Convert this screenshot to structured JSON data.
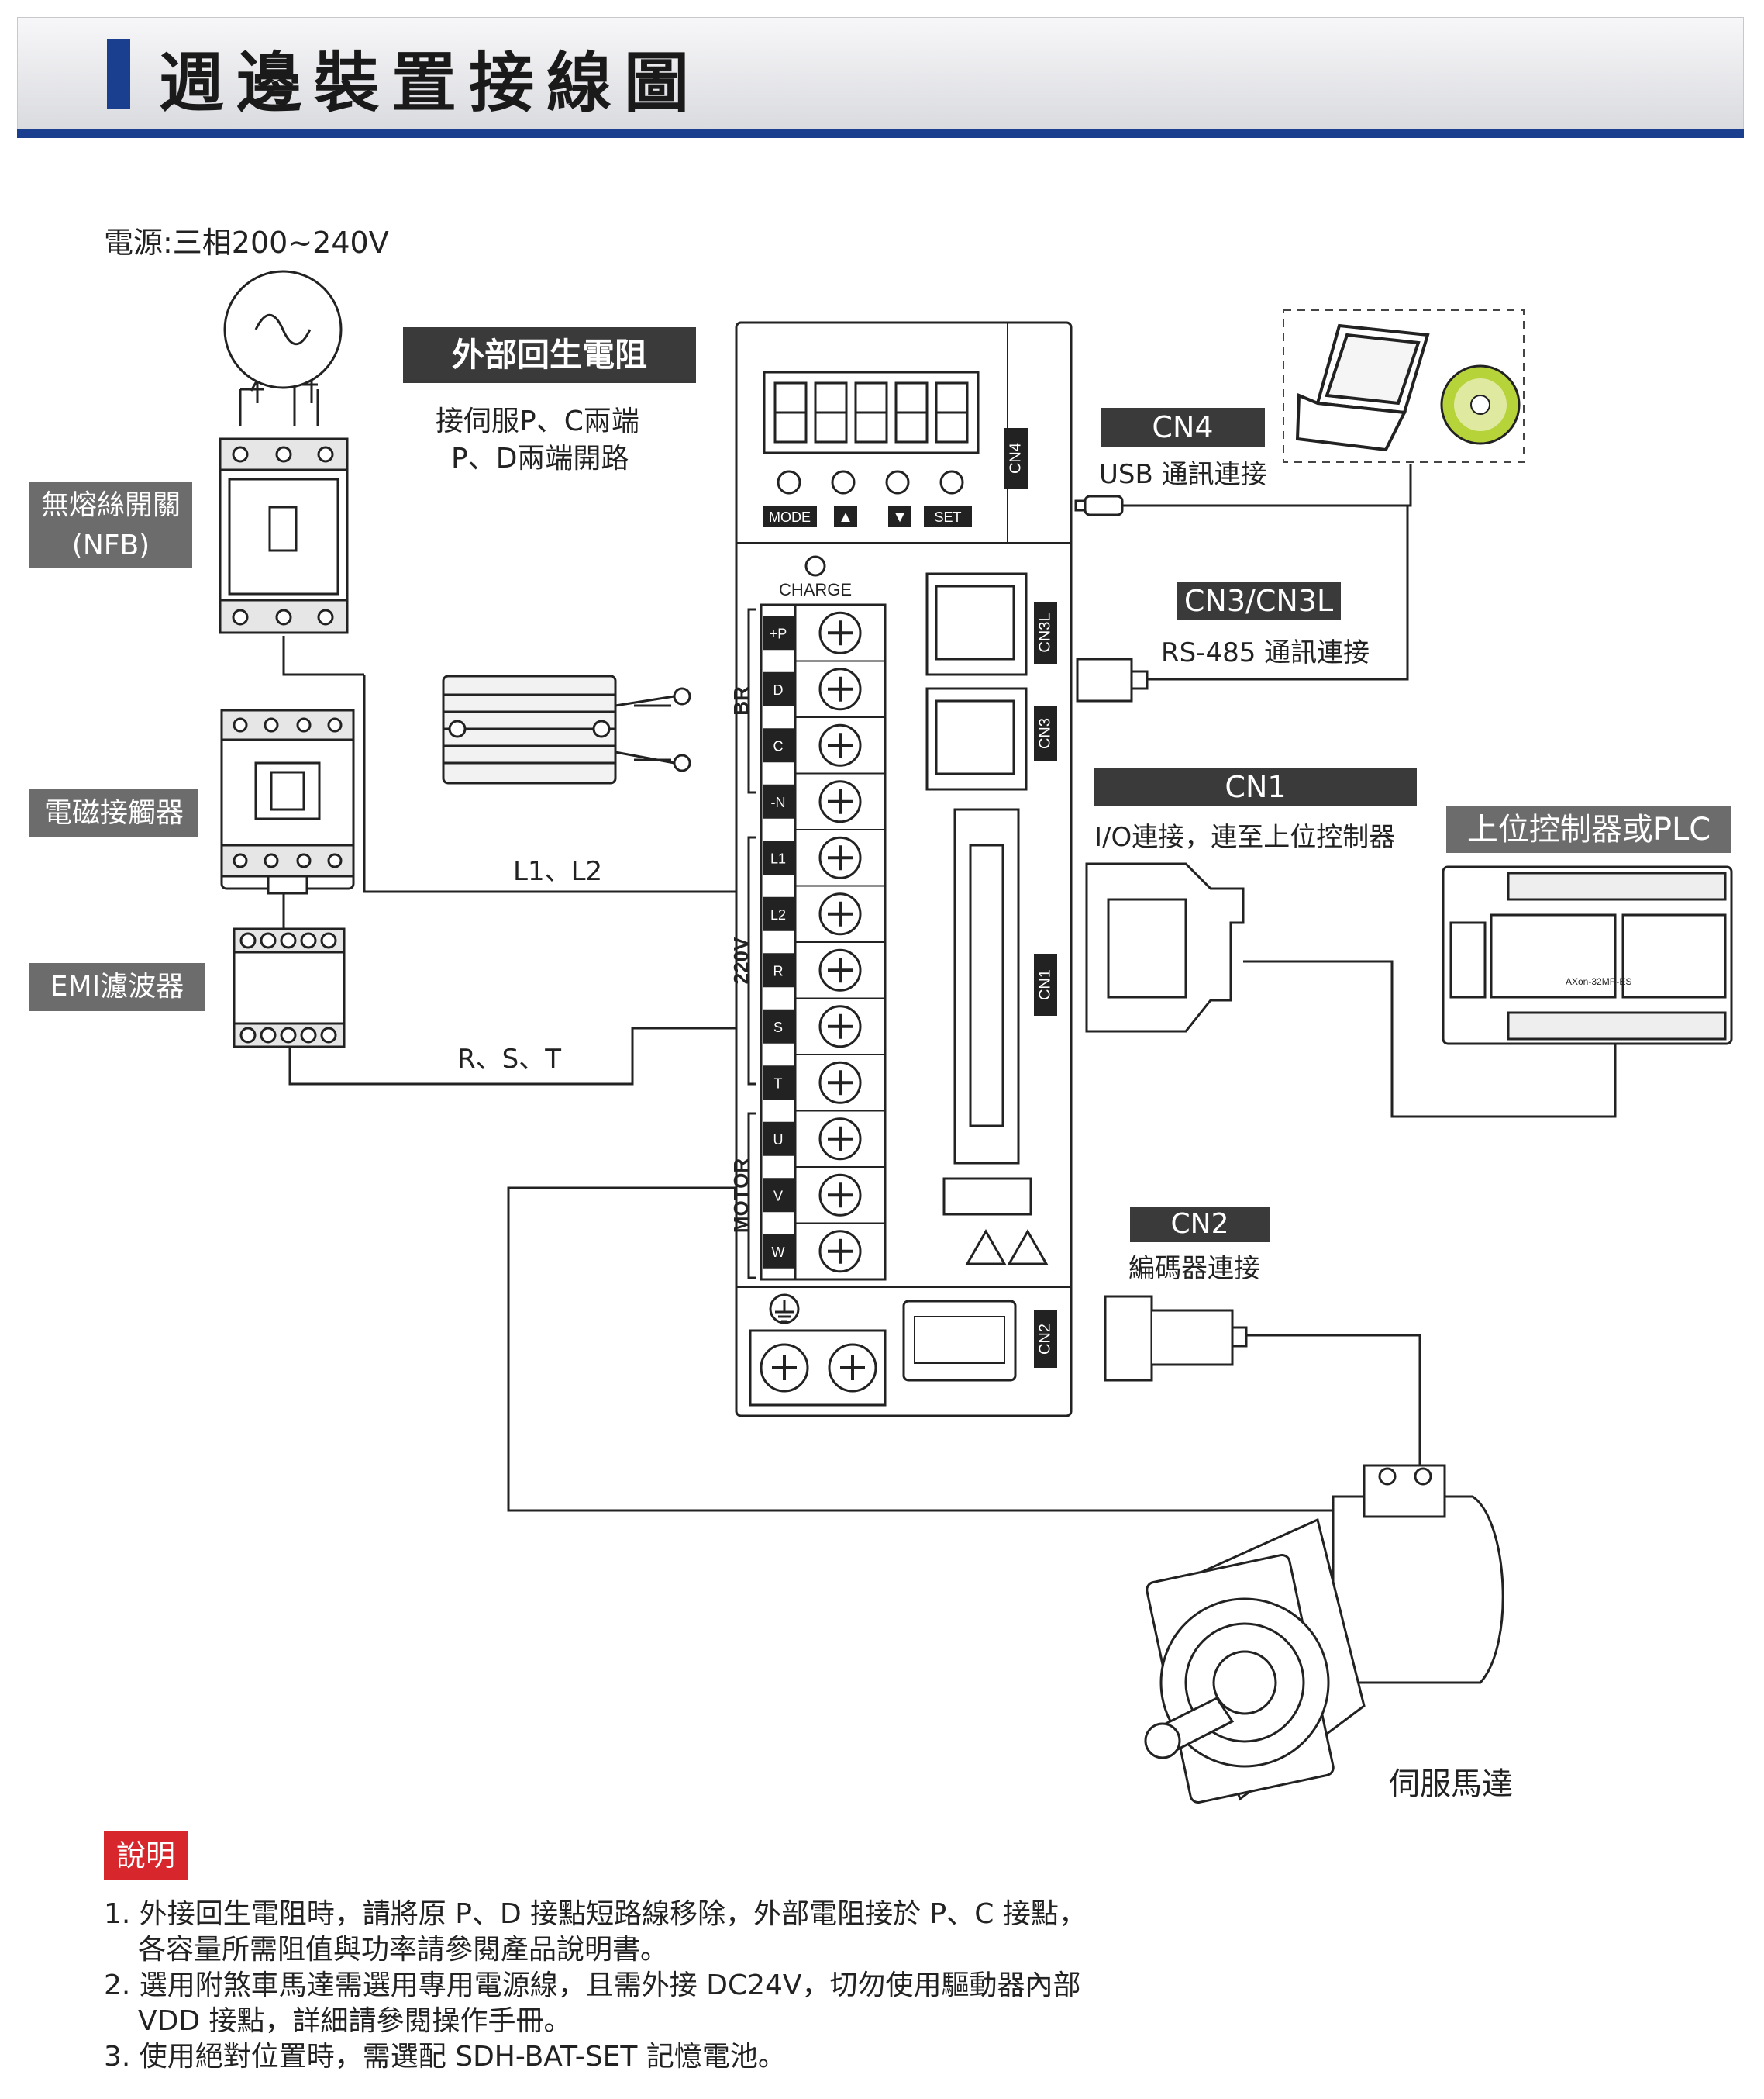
{
  "header": {
    "title": "週邊裝置接線圖",
    "accent": "#1b3f8f"
  },
  "power": {
    "label": "電源:三相200~240V"
  },
  "devices": {
    "nfb": {
      "label_line1": "無熔絲開關",
      "label_line2": "(NFB)"
    },
    "contactor": {
      "label": "電磁接觸器"
    },
    "emi": {
      "label": "EMI濾波器"
    },
    "regen": {
      "title": "外部回生電阻",
      "line1": "接伺服P、C兩端",
      "line2": "P、D兩端開路"
    },
    "plc": {
      "label": "上位控制器或PLC",
      "model": "AXon-32MR-ES"
    },
    "motor": {
      "label": "伺服馬達"
    },
    "pc": {
      "name": "laptop-with-cd"
    }
  },
  "wires": {
    "l1l2": "L1、L2",
    "rst": "R、S、T"
  },
  "connectors": {
    "cn4": {
      "title": "CN4",
      "desc": "USB 通訊連接"
    },
    "cn3": {
      "title": "CN3/CN3L",
      "desc": "RS-485  通訊連接"
    },
    "cn1": {
      "title": "CN1",
      "desc": "I/O連接，連至上位控制器"
    },
    "cn2": {
      "title": "CN2",
      "desc": "編碼器連接"
    }
  },
  "drive": {
    "buttons": [
      "MODE",
      "▲",
      "▼",
      "SET"
    ],
    "charge": "CHARGE",
    "port_labels": {
      "cn4": "CN4",
      "cn3l": "CN3L",
      "cn3": "CN3",
      "cn1": "CN1",
      "cn2": "CN2"
    },
    "groups": {
      "br": "BR",
      "v220": "220V",
      "motor": "MOTOR"
    },
    "terminals": [
      "+P",
      "D",
      "C",
      "-N",
      "L1",
      "L2",
      "R",
      "S",
      "T",
      "U",
      "V",
      "W"
    ]
  },
  "notes": {
    "title": "說明",
    "items": [
      {
        "line1": "1. 外接回生電阻時，請將原 P、D 接點短路線移除，外部電阻接於 P、C 接點，",
        "line2": "各容量所需阻值與功率請參閱產品說明書。"
      },
      {
        "line1": "2. 選用附煞車馬達需選用專用電源線，且需外接 DC24V，切勿使用驅動器內部",
        "line2": "VDD 接點，詳細請參閱操作手冊。"
      },
      {
        "line1": "3. 使用絕對位置時，需選配 SDH-BAT-SET 記憶電池。",
        "line2": ""
      }
    ]
  }
}
